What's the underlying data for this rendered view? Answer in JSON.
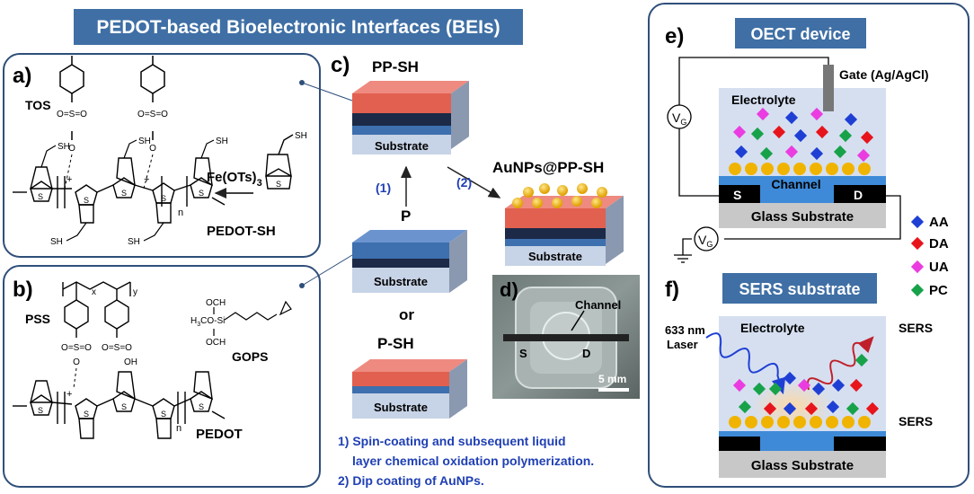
{
  "title_banner": "PEDOT-based Bioelectronic Interfaces (BEIs)",
  "panel_a": {
    "letter": "a)",
    "label_tos": "TOS",
    "oxidant": "Fe(OTs)",
    "oxidant_sub": "3",
    "polymer": "PEDOT-SH",
    "sulfonate": "O=S=O",
    "o_minus": "O",
    "sh": "SH",
    "s": "S",
    "plus": "+",
    "n": "n"
  },
  "panel_b": {
    "letter": "b)",
    "label_pss": "PSS",
    "x": "x",
    "y": "y",
    "oh": "OH",
    "crosslinker": "GOPS",
    "och3": "OCH",
    "h3co_si": "H",
    "polymer": "PEDOT"
  },
  "panel_c": {
    "letter": "c)",
    "pp_sh": "PP-SH",
    "p": "P",
    "or": "or",
    "p_sh": "P-SH",
    "au": "AuNPs@PP-SH",
    "substrate": "Substrate",
    "step1": "(1)",
    "step2": "(2)",
    "notes": [
      "1) Spin-coating and subsequent liquid",
      "layer chemical oxidation polymerization.",
      "2) Dip coating of AuNPs."
    ]
  },
  "panel_d": {
    "letter": "d)",
    "channel": "Channel",
    "s": "S",
    "d": "D",
    "scale": "5 mm"
  },
  "panel_e": {
    "letter": "e)",
    "title": "OECT device",
    "gate": "Gate (Ag/AgCl)",
    "electrolyte": "Electrolyte",
    "vg": "V",
    "vg_sub": "G",
    "s": "S",
    "channel": "Channel",
    "d": "D",
    "glass": "Glass Substrate"
  },
  "legend": [
    {
      "label": "AA",
      "color": "#1f3fd4"
    },
    {
      "label": "DA",
      "color": "#e8141c"
    },
    {
      "label": "UA",
      "color": "#ea3ce0"
    },
    {
      "label": "PC",
      "color": "#17a24a"
    }
  ],
  "panel_f": {
    "letter": "f)",
    "title": "SERS substrate",
    "laser1": "633 nm",
    "laser2": "Laser",
    "electrolyte": "Electrolyte",
    "sers_top": "SERS",
    "sers_side": "SERS",
    "glass": "Glass Substrate"
  },
  "colors": {
    "banner": "#3f6fa5",
    "frame": "#2f4f7a",
    "step_blue": "#1f3fb4",
    "polymer_red": "#e0645a",
    "polymer_dark": "#1f2a44",
    "substrate_face": "#c7d3e6",
    "gold": "#f0b400",
    "cell_bg": "#d5dff0"
  }
}
